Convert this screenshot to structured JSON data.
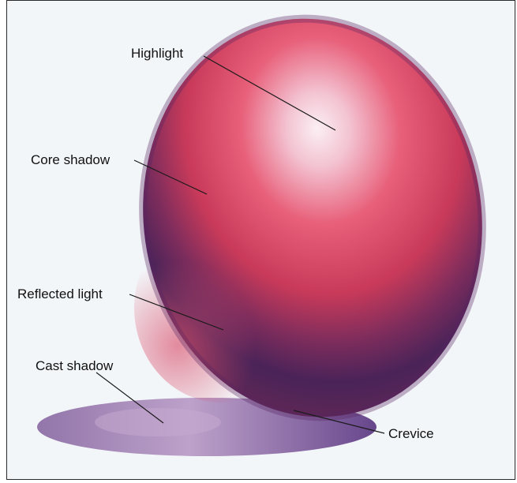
{
  "labels": {
    "highlight": "Highlight",
    "core_shadow": "Core shadow",
    "reflected_light": "Reflected light",
    "cast_shadow": "Cast shadow",
    "crevice": "Crevice"
  },
  "colors": {
    "background": "#f3f6f9",
    "sphere_light": "#f6d9e4",
    "sphere_mid": "#e0455f",
    "sphere_dark": "#4a2358",
    "cast_shadow": "#7d5a9a",
    "leader_line": "#1a1a1a"
  }
}
